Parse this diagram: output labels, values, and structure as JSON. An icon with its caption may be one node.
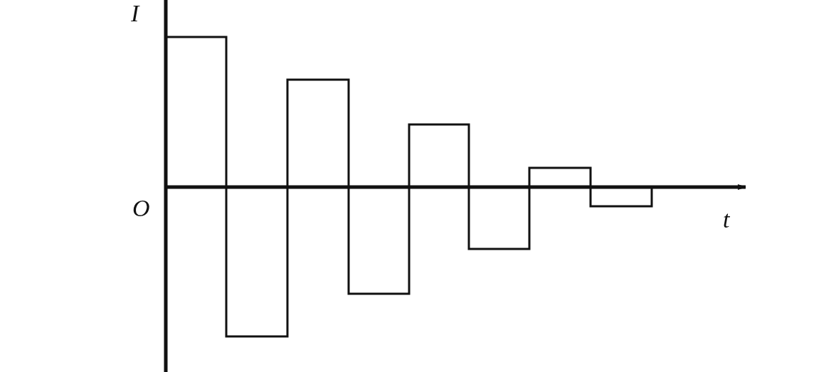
{
  "diagram": {
    "labels": [
      "I",
      "O",
      "t"
    ]
  }
}
